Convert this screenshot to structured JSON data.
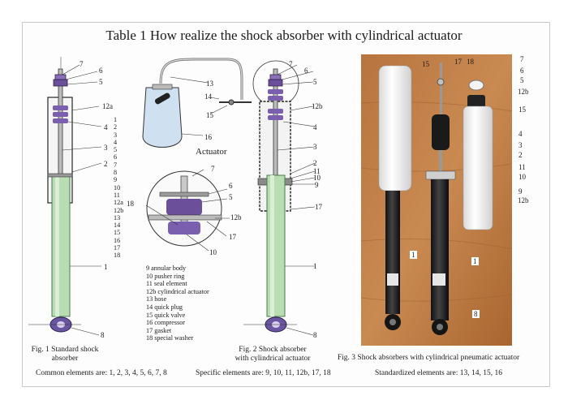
{
  "title": "Table 1   How realize the shock absorber with cylindrical actuator",
  "actuator_label": "Actuator",
  "numbers_column": [
    "1",
    "2",
    "3",
    "4",
    "5",
    "6",
    "7",
    "8",
    "9",
    "10",
    "11",
    "12a",
    "12b",
    "13",
    "14",
    "15",
    "16",
    "17",
    "18"
  ],
  "legend": [
    "9 annular body",
    "10 pusher ring",
    "11 seal element",
    "12b cylindrical actuator",
    "13 hose",
    "14 quick plug",
    "15 quick valve",
    "16 compressor",
    "17 gasket",
    "18 special washer"
  ],
  "fig1": {
    "caption_line1": "Fig. 1 Standard shock",
    "caption_line2": "absorber",
    "labels": [
      "7",
      "6",
      "5",
      "12a",
      "1",
      "4",
      "3",
      "2",
      "1",
      "8"
    ]
  },
  "fig2": {
    "caption_line1": "Fig. 2 Shock absorber",
    "caption_line2": "with cylindrical actuator",
    "labels": [
      "7",
      "6",
      "5",
      "12b",
      "4",
      "3",
      "2",
      "11",
      "10",
      "9",
      "17",
      "1",
      "8",
      "13",
      "14",
      "15",
      "16"
    ]
  },
  "detail": {
    "labels": [
      "7",
      "6",
      "5",
      "18",
      "12b",
      "17",
      "10"
    ]
  },
  "fig3": {
    "caption": "Fig. 3 Shock absorbers with cylindrical pneumatic actuator",
    "labels": [
      "15",
      "17",
      "18",
      "7",
      "6",
      "5",
      "12b",
      "15",
      "4",
      "3",
      "2",
      "11",
      "10",
      "9",
      "12b",
      "1",
      "1",
      "8"
    ]
  },
  "bottom": {
    "common": "Common elements are: 1, 2, 3, 4, 5, 6, 7, 8",
    "specific": "Specific elements are: 9, 10, 11, 12b, 17, 18",
    "standardized": "Standardized elements are: 13, 14, 15, 16"
  }
}
